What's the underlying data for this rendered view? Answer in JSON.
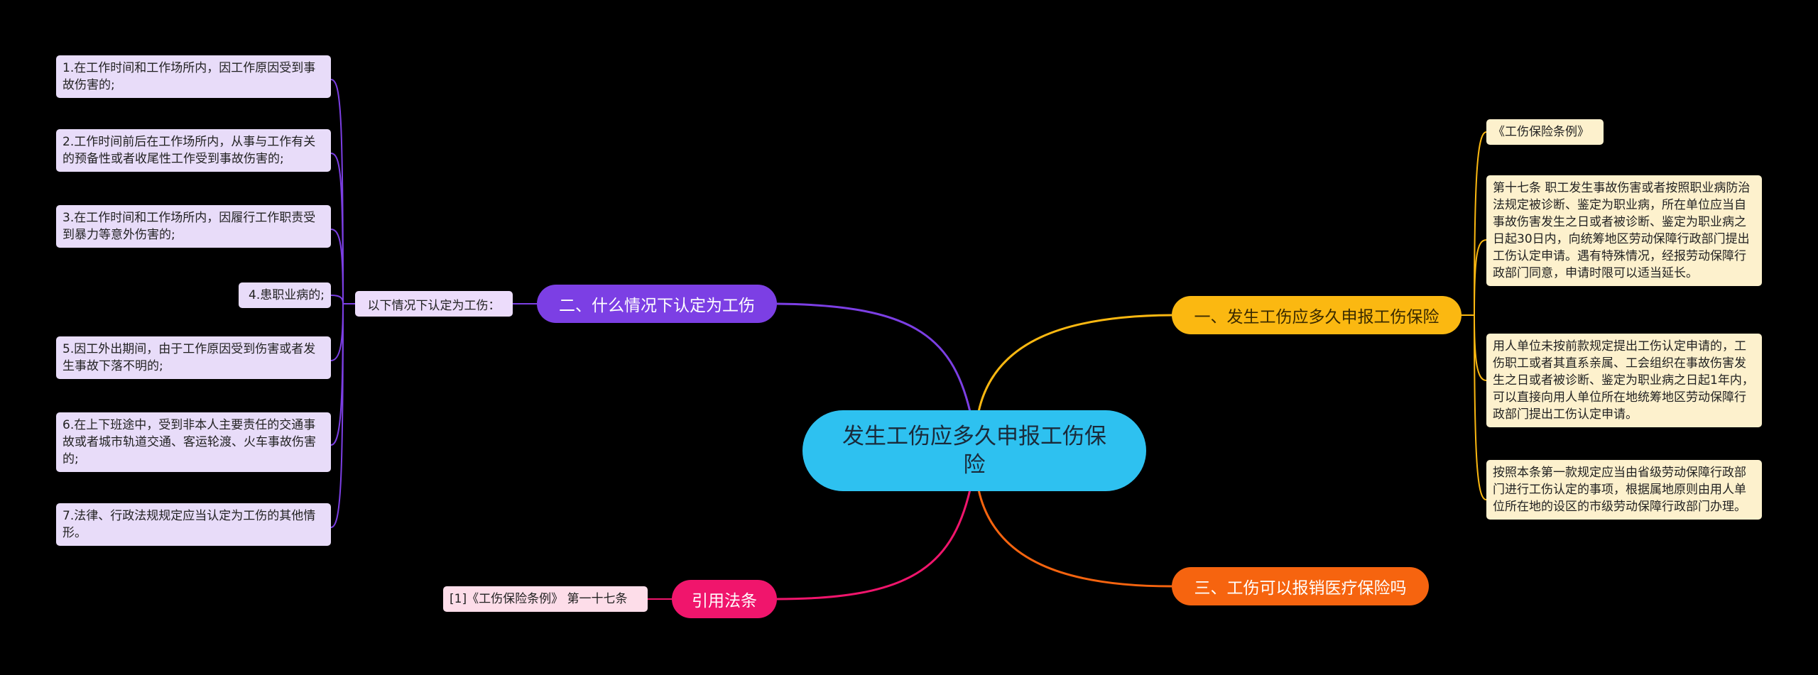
{
  "root": {
    "title": "发生工伤应多久申报工伤保险"
  },
  "branches": {
    "b1": {
      "label": "一、发生工伤应多久申报工伤保险",
      "color": "#fbb811"
    },
    "b2": {
      "label": "二、什么情况下认定为工伤",
      "color": "#7c3fe4"
    },
    "b3": {
      "label": "三、工伤可以报销医疗保险吗",
      "color": "#f6640f"
    },
    "b4": {
      "label": "引用法条",
      "color": "#f0156c"
    }
  },
  "b1_items": [
    "《工伤保险条例》",
    "第十七条 职工发生事故伤害或者按照职业病防治法规定被诊断、鉴定为职业病，所在单位应当自事故伤害发生之日或者被诊断、鉴定为职业病之日起30日内，向统筹地区劳动保障行政部门提出工伤认定申请。遇有特殊情况，经报劳动保障行政部门同意，申请时限可以适当延长。",
    "用人单位未按前款规定提出工伤认定申请的，工伤职工或者其直系亲属、工会组织在事故伤害发生之日或者被诊断、鉴定为职业病之日起1年内，可以直接向用人单位所在地统筹地区劳动保障行政部门提出工伤认定申请。",
    "按照本条第一款规定应当由省级劳动保障行政部门进行工伤认定的事项，根据属地原则由用人单位所在地的设区的市级劳动保障行政部门办理。"
  ],
  "b2_sub": "以下情况下认定为工伤：",
  "b2_items": [
    "1.在工作时间和工作场所内，因工作原因受到事故伤害的;",
    "2.工作时间前后在工作场所内，从事与工作有关的预备性或者收尾性工作受到事故伤害的;",
    "3.在工作时间和工作场所内，因履行工作职责受到暴力等意外伤害的;",
    "4.患职业病的;",
    "5.因工外出期间，由于工作原因受到伤害或者发生事故下落不明的;",
    "6.在上下班途中，受到非本人主要责任的交通事故或者城市轨道交通、客运轮渡、火车事故伤害的;",
    "7.法律、行政法规规定应当认定为工伤的其他情形。"
  ],
  "b4_items": [
    "[1]《工伤保险条例》 第一十七条"
  ],
  "colors": {
    "background": "#000000",
    "root": "#2ec1f0",
    "leaf_purple": "#e8dcf9",
    "leaf_yellow": "#fdf1cd",
    "leaf_pink": "#fddde9",
    "b1_line": "#fbb811",
    "b2_line": "#7c3fe4",
    "b3_line": "#f6640f",
    "b4_line": "#f0156c"
  }
}
